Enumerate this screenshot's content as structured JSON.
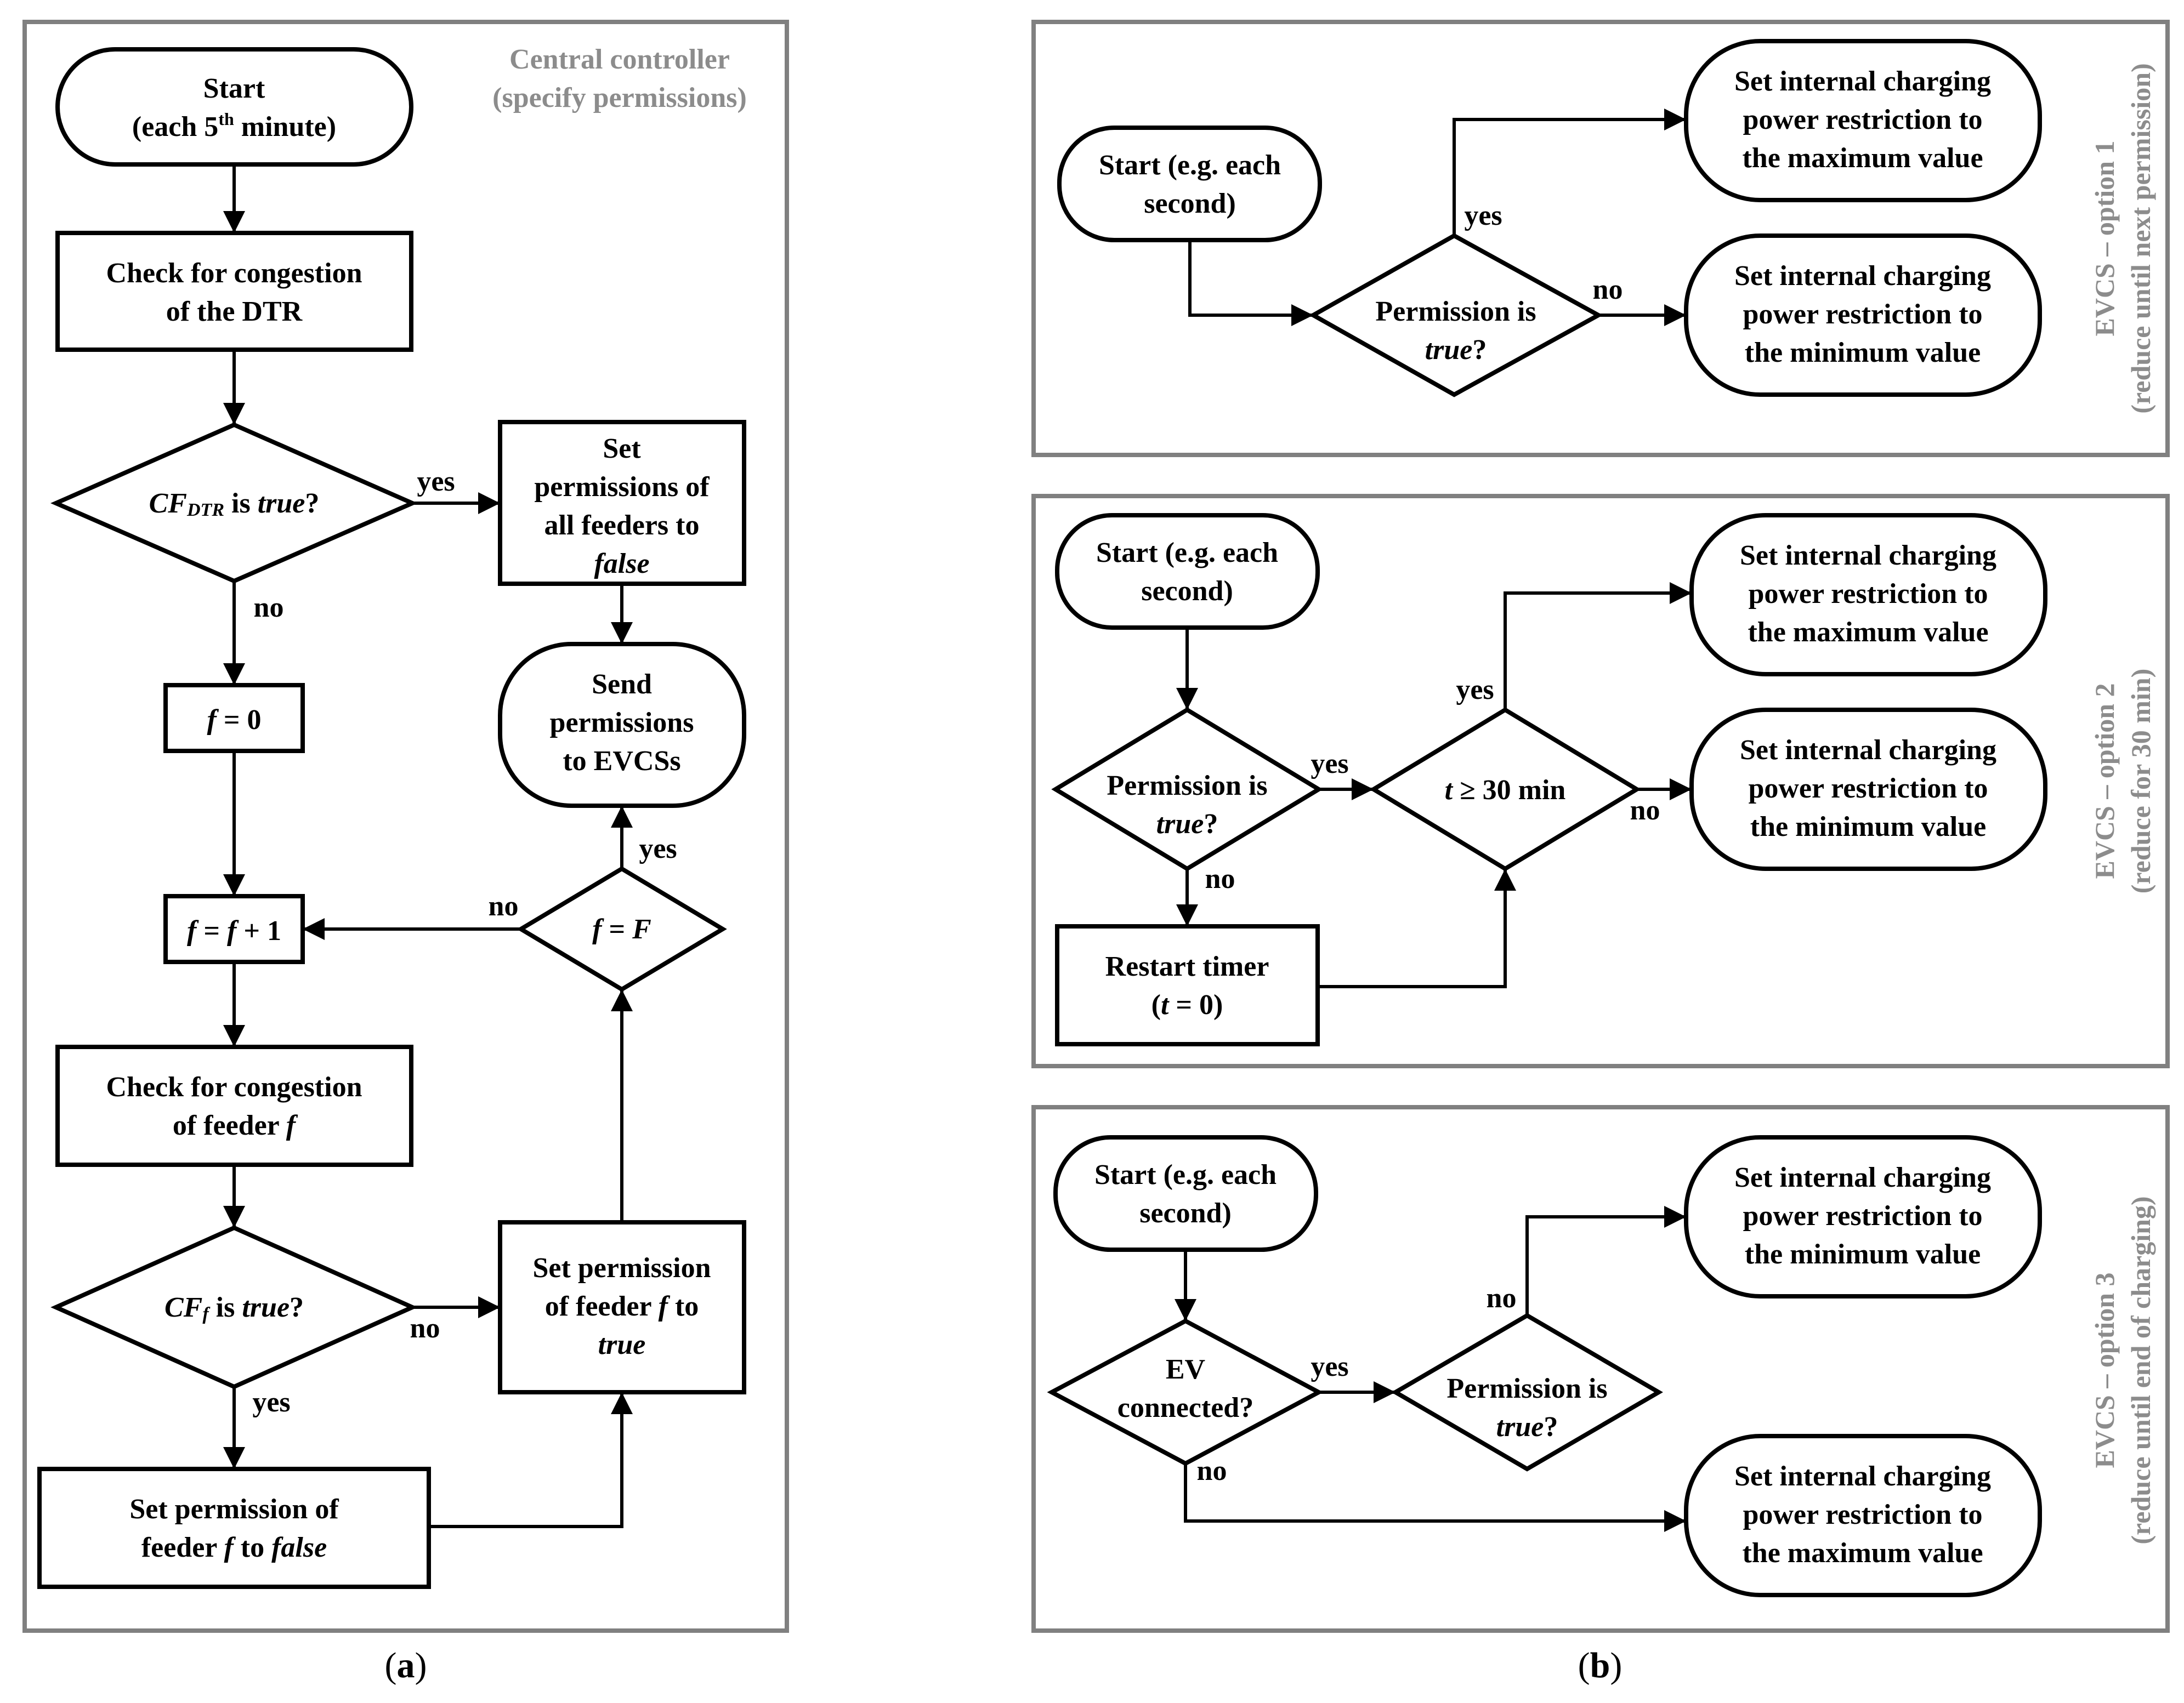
{
  "panel_a": {
    "header_line1": "Central controller",
    "header_line2": "(specify permissions)",
    "start": [
      "Start",
      "(each 5",
      "th",
      " minute)"
    ],
    "check_dtr": [
      "Check for congestion",
      "of the DTR"
    ],
    "cf_dtr_decision": [
      "CF",
      "DTR",
      " is ",
      "true",
      "?"
    ],
    "set_all_false": [
      "Set",
      "permissions of",
      "all feeders to",
      "false"
    ],
    "send_permissions": [
      "Send",
      "permissions",
      "to EVCSs"
    ],
    "f_init": [
      "f",
      " = 0"
    ],
    "f_increment": [
      "f",
      " = ",
      "f",
      " + 1"
    ],
    "f_equals_F": [
      "f",
      " = ",
      "F"
    ],
    "check_feeder": [
      "Check for congestion",
      "of feeder ",
      "f"
    ],
    "cf_f_decision": [
      "CF",
      "f",
      "  is ",
      "true",
      "?"
    ],
    "set_feeder_true": [
      "Set permission",
      "of feeder ",
      "f",
      " to",
      "true"
    ],
    "set_feeder_false": [
      "Set permission of",
      "feeder ",
      "f",
      " to ",
      "false"
    ],
    "labels": {
      "yes_dtr": "yes",
      "no_dtr": "no",
      "no_loop": "no",
      "yes_send": "yes",
      "no_feeder": "no",
      "yes_feeder": "yes"
    },
    "caption": [
      "(",
      "a",
      ")"
    ]
  },
  "panel_b": {
    "option1": {
      "side_label": "EVCS – option 1",
      "side_sub": "(reduce until next permission)",
      "start": [
        "Start (e.g. each",
        "second)"
      ],
      "decision": [
        "Permission is",
        "true",
        "?"
      ],
      "max_box": [
        "Set internal charging",
        "power restriction to",
        "the maximum value"
      ],
      "min_box": [
        "Set internal charging",
        "power restriction to",
        "the minimum value"
      ],
      "yes": "yes",
      "no": "no"
    },
    "option2": {
      "side_label": "EVCS – option 2",
      "side_sub": "(reduce for 30 min)",
      "start": [
        "Start (e.g. each",
        "second)"
      ],
      "decision": [
        "Permission is",
        "true",
        "?"
      ],
      "timer_decision": [
        "t",
        " ≥ 30 min"
      ],
      "restart": [
        "Restart timer",
        "(",
        "t",
        " = 0)"
      ],
      "max_box": [
        "Set internal charging",
        "power restriction to",
        "the maximum value"
      ],
      "min_box": [
        "Set internal charging",
        "power restriction to",
        "the minimum value"
      ],
      "yes_perm": "yes",
      "no_perm": "no",
      "yes_timer": "yes",
      "no_timer": "no"
    },
    "option3": {
      "side_label": "EVCS – option 3",
      "side_sub": "(reduce until end of charging)",
      "start": [
        "Start (e.g. each",
        "second)"
      ],
      "ev_decision": [
        "EV",
        "connected?"
      ],
      "perm_decision": [
        "Permission is",
        "true",
        "?"
      ],
      "min_box": [
        "Set internal charging",
        "power restriction to",
        "the minimum value"
      ],
      "max_box": [
        "Set internal charging",
        "power restriction to",
        "the maximum value"
      ],
      "yes_ev": "yes",
      "no_ev": "no",
      "no_perm": "no"
    },
    "caption": [
      "(",
      "b",
      ")"
    ]
  },
  "colors": {
    "stroke": "#000000",
    "frame": "#808080",
    "muted_text": "#8c8c8c"
  }
}
